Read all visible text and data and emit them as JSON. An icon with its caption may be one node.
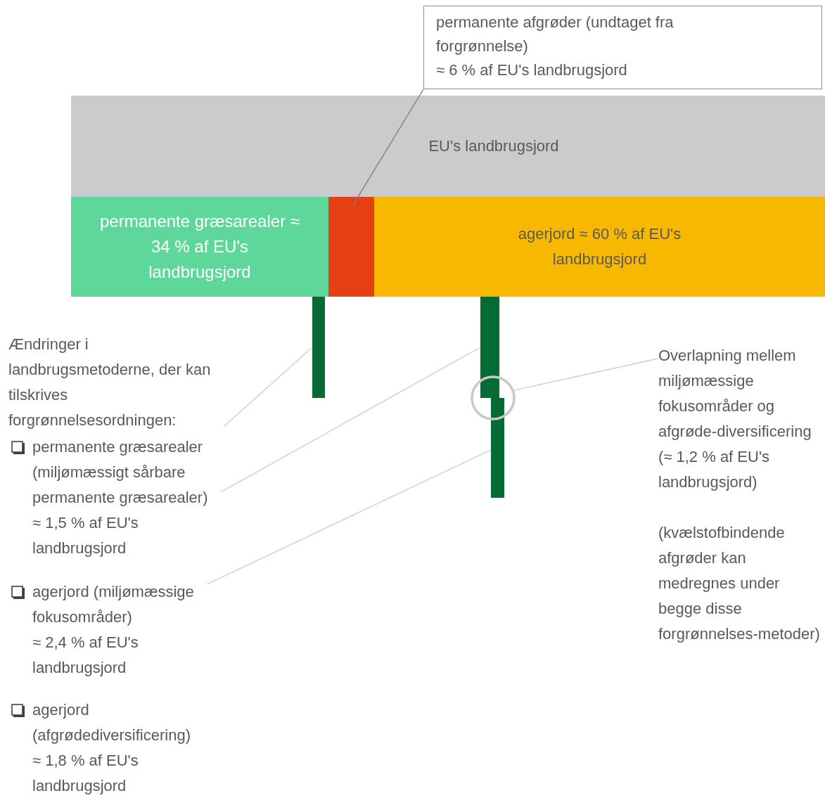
{
  "diagram": {
    "nodes": [
      {
        "text": [
          "EU's landbrugsjord"
        ]
      },
      {
        "text": [
          "permanente græsarealer ≈ 34 % af EU's landbrugsjord"
        ]
      },
      {
        "text": [],
        "shape": "box"
      },
      {
        "text": [
          "agerjord ≈ 60 % af EU's landbrugsjord"
        ]
      },
      {
        "text": [
          "permanente afgrøder (undtaget fra forgrønnelse)",
          "≈ 6 % af EU's landbrugsjord"
        ]
      },
      {
        "text": [],
        "shape": "bar"
      },
      {
        "text": [],
        "shape": "bar"
      },
      {
        "text": [],
        "shape": "bar"
      },
      {
        "text": [],
        "shape": "circle"
      },
      {
        "text": [
          "Ændringer i landbrugsmetoderne, der kan tilskrives forgrønnelsesordningen:"
        ]
      },
      {
        "text": [
          "permanente græsarealer (miljømæssigt sårbare permanente græsarealer)",
          "≈ 1,5 % af EU's landbrugsjord"
        ]
      },
      {
        "text": [
          "agerjord (miljømæssige fokusområder)",
          "≈ 2,4 % af EU's landbrugsjord"
        ]
      },
      {
        "text": [
          "agerjord (afgrødediversificering)",
          "≈ 1,8 % af EU's landbrugsjord"
        ]
      },
      {
        "text": [
          "Overlapning mellem miljømæssige fokusområder og afgrøde-diversificering (≈ 1,2 % af EU's landbrugsjord)",
          "(kvælstofbindende afgrøder kan medregnes under begge disse forgrønnelses-metoder)"
        ]
      }
    ],
    "edges": [
      {
        "from": 4,
        "to": 2,
        "arrow": "none",
        "color": "#7f7f7f"
      },
      {
        "from": 9,
        "to": 5,
        "arrow": "none"
      },
      {
        "from": 10,
        "to": 6,
        "arrow": "none"
      },
      {
        "from": 11,
        "to": 7,
        "arrow": "none"
      },
      {
        "from": 13,
        "to": 8,
        "arrow": "none"
      }
    ]
  }
}
